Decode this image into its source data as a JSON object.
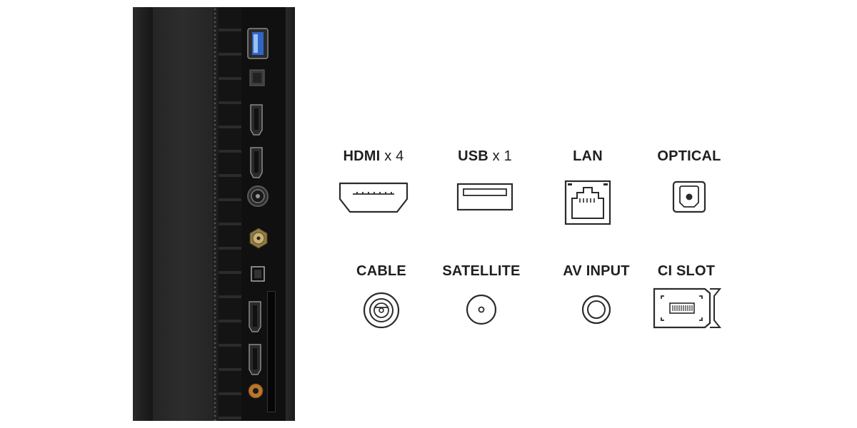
{
  "ports": [
    {
      "name": "HDMI",
      "qty": "x 4",
      "icon": "hdmi-port-icon"
    },
    {
      "name": "USB",
      "qty": "x 1",
      "icon": "usb-port-icon"
    },
    {
      "name": "LAN",
      "qty": "",
      "icon": "lan-port-icon"
    },
    {
      "name": "OPTICAL",
      "qty": "",
      "icon": "optical-port-icon"
    },
    {
      "name": "CABLE",
      "qty": "",
      "icon": "cable-port-icon"
    },
    {
      "name": "SATELLITE",
      "qty": "",
      "icon": "satellite-port-icon"
    },
    {
      "name": "AV INPUT",
      "qty": "",
      "icon": "av-input-port-icon"
    },
    {
      "name": "CI SLOT",
      "qty": "",
      "icon": "ci-slot-icon"
    }
  ],
  "colors": {
    "panel": "#1b1b1b",
    "icon_stroke": "#2b2b2b",
    "label": "#1f1f1f",
    "usb_accent": "#2f66c8",
    "av_accent": "#b8762a"
  }
}
